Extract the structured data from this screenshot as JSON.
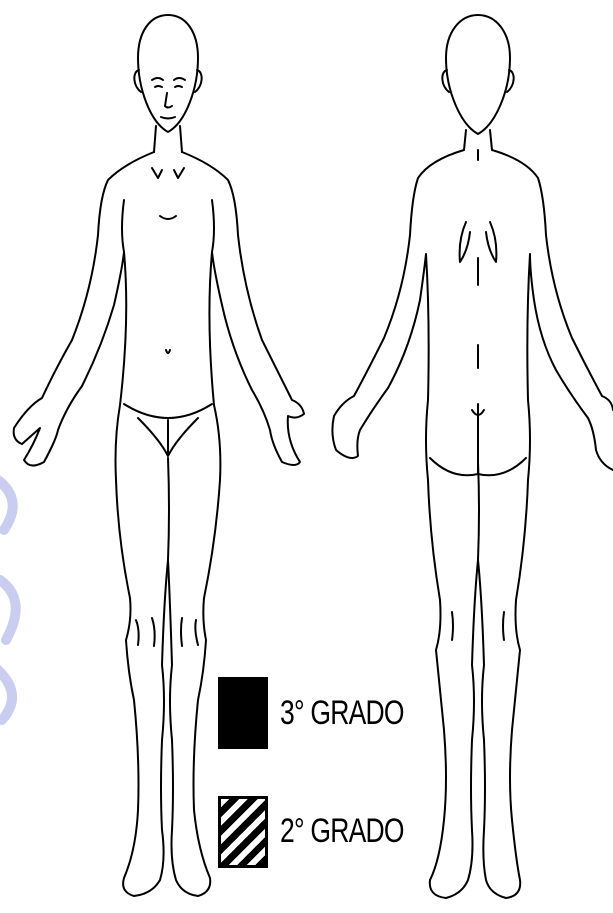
{
  "legend": {
    "items": [
      {
        "label": "3° GRADO",
        "swatch": "solid",
        "color": "#000000"
      },
      {
        "label": "2° GRADO",
        "swatch": "hatched",
        "color": "#000000"
      }
    ]
  },
  "figures": [
    {
      "view": "front",
      "icon": "human-body-front-icon"
    },
    {
      "view": "back",
      "icon": "human-body-back-icon"
    }
  ],
  "colors": {
    "line": "#000000",
    "background": "#ffffff",
    "watermark": "#c9cdf0"
  }
}
